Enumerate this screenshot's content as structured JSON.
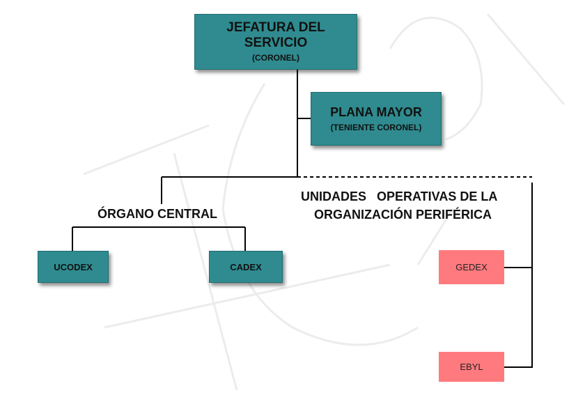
{
  "nodes": {
    "jefatura": {
      "title": "JEFATURA DEL SERVICIO",
      "subtitle": "(CORONEL)"
    },
    "plana_mayor": {
      "title": "PLANA MAYOR",
      "subtitle": "(TENIENTE CORONEL)"
    },
    "ucodex": {
      "title": "UCODEX"
    },
    "cadex": {
      "title": "CADEX"
    },
    "gedex": {
      "title": "GEDEX"
    },
    "ebyl": {
      "title": "EBYL"
    }
  },
  "labels": {
    "organo_central": "ÓRGANO CENTRAL",
    "unidades_line1": "UNIDADES   OPERATIVAS DE LA",
    "unidades_line2": "ORGANIZACIÓN PERIFÉRICA"
  },
  "colors": {
    "primary_box": "#2f8b8f",
    "peripheral_box": "#ff7a7e",
    "connector": "#000000"
  }
}
